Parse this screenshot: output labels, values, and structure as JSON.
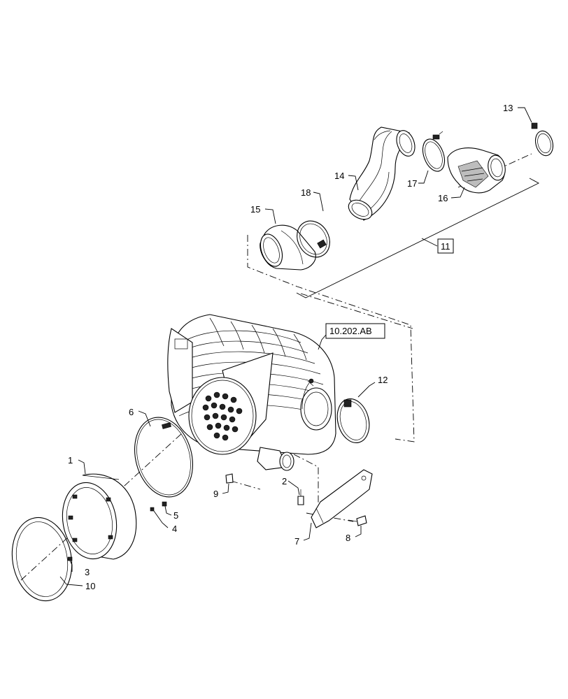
{
  "callouts": [
    {
      "id": "1",
      "text": "1"
    },
    {
      "id": "2",
      "text": "2"
    },
    {
      "id": "3",
      "text": "3"
    },
    {
      "id": "4",
      "text": "4"
    },
    {
      "id": "5",
      "text": "5"
    },
    {
      "id": "6",
      "text": "6"
    },
    {
      "id": "7",
      "text": "7"
    },
    {
      "id": "8",
      "text": "8"
    },
    {
      "id": "9",
      "text": "9"
    },
    {
      "id": "10",
      "text": "10"
    },
    {
      "id": "11",
      "text": "11"
    },
    {
      "id": "12",
      "text": "12"
    },
    {
      "id": "13",
      "text": "13"
    },
    {
      "id": "14",
      "text": "14"
    },
    {
      "id": "15",
      "text": "15"
    },
    {
      "id": "16",
      "text": "16"
    },
    {
      "id": "17",
      "text": "17"
    },
    {
      "id": "18",
      "text": "18"
    }
  ],
  "reference": {
    "text": "10.202.AB"
  }
}
